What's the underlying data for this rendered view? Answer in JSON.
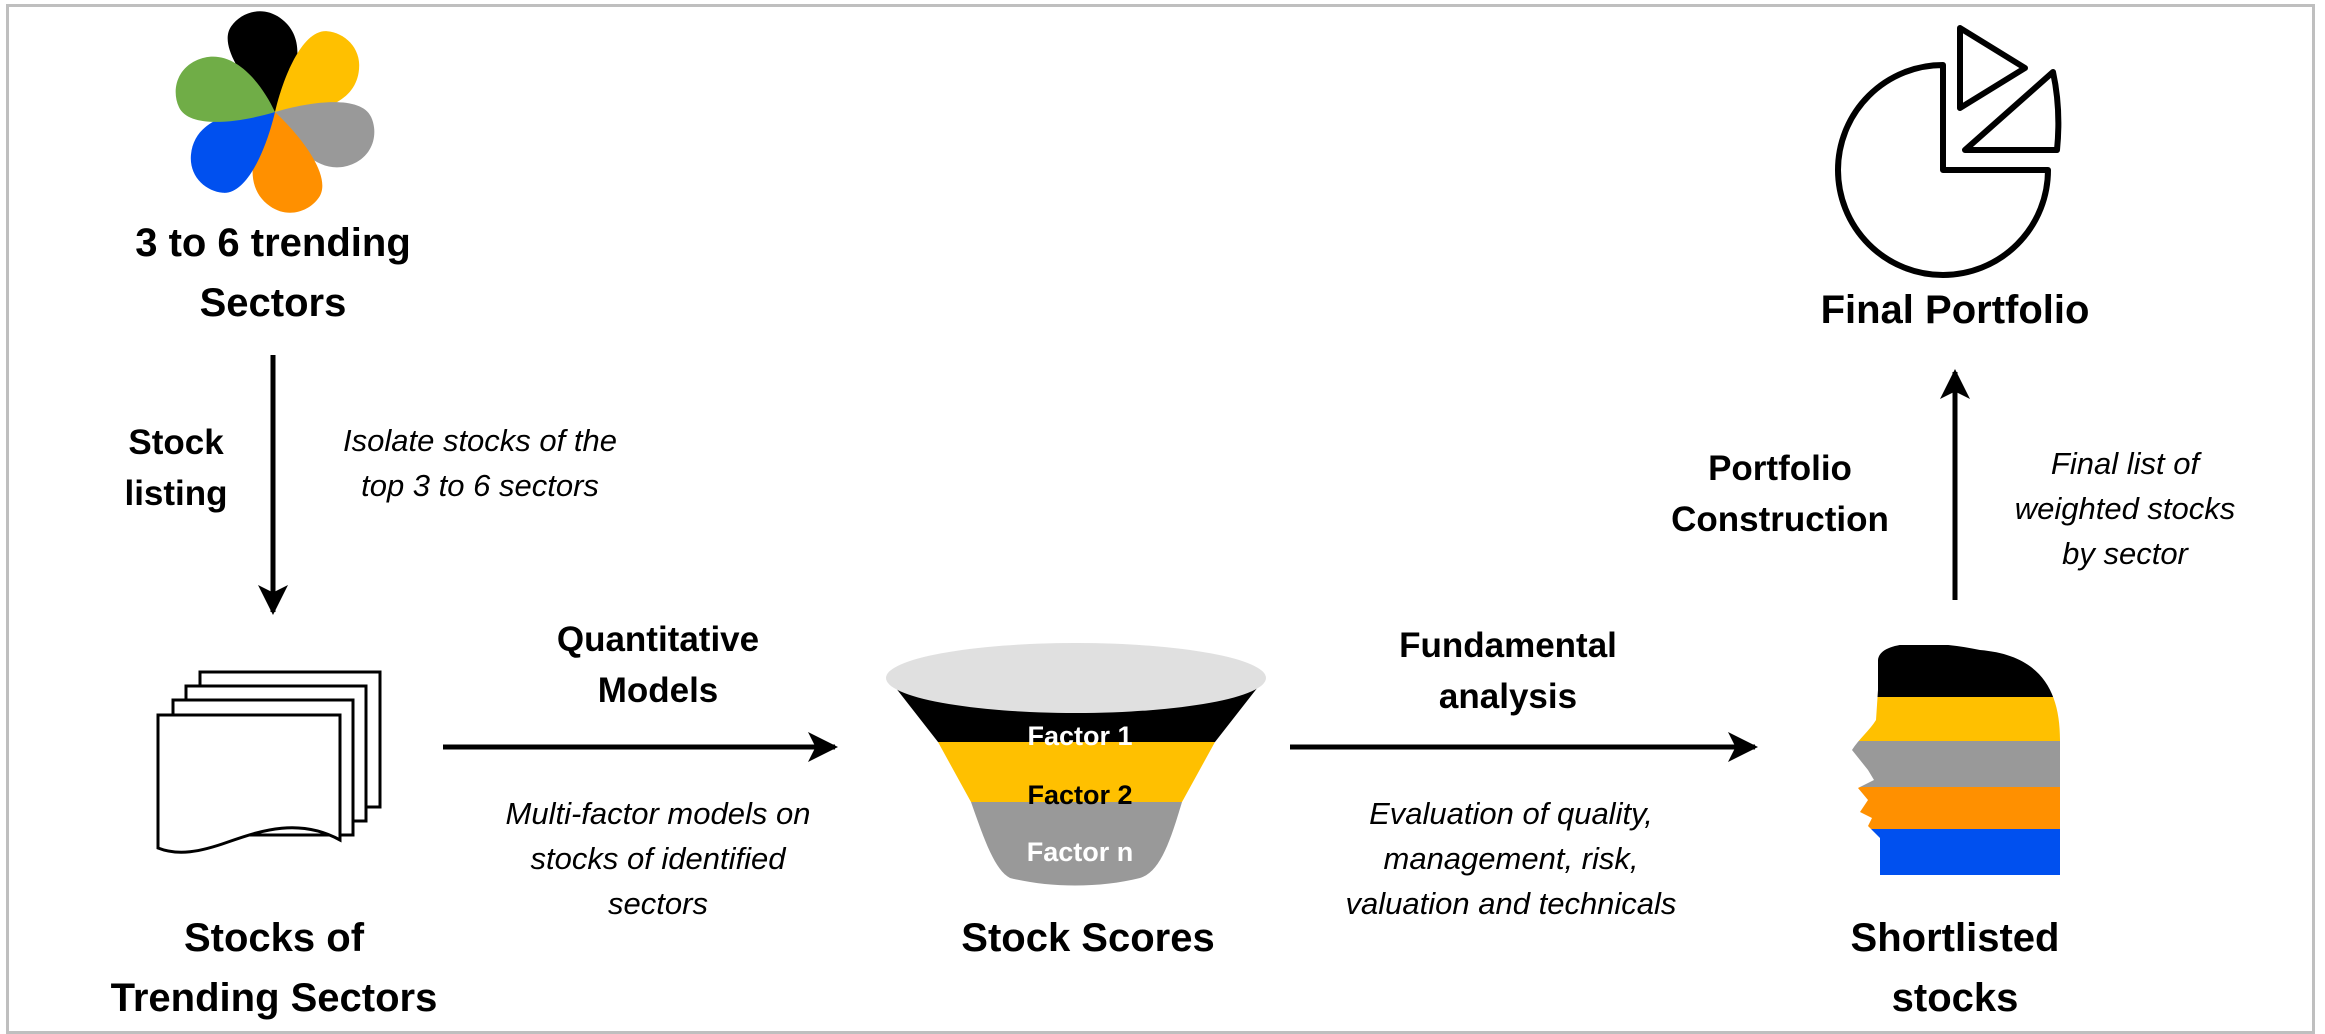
{
  "nodes": {
    "sectors": {
      "title_line1": "3 to 6 trending",
      "title_line2": "Sectors"
    },
    "stocks": {
      "title_line1": "Stocks of",
      "title_line2": "Trending Sectors"
    },
    "scores": {
      "title": "Stock Scores"
    },
    "shortlisted": {
      "title_line1": "Shortlisted",
      "title_line2": "stocks"
    },
    "portfolio": {
      "title": "Final Portfolio"
    }
  },
  "steps": {
    "stock_listing": {
      "label_line1": "Stock",
      "label_line2": "listing",
      "desc_line1": "Isolate stocks of the",
      "desc_line2": "top 3 to 6 sectors"
    },
    "quant_models": {
      "label_line1": "Quantitative",
      "label_line2": "Models",
      "desc_line1": "Multi-factor models on",
      "desc_line2": "stocks of identified",
      "desc_line3": "sectors"
    },
    "fundamental": {
      "label_line1": "Fundamental",
      "label_line2": "analysis",
      "desc_line1": "Evaluation of quality,",
      "desc_line2": "management, risk,",
      "desc_line3": "valuation and technicals"
    },
    "construction": {
      "label_line1": "Portfolio",
      "label_line2": "Construction",
      "desc_line1": "Final list of",
      "desc_line2": "weighted stocks",
      "desc_line3": "by sector"
    }
  },
  "funnel": {
    "factor1": "Factor 1",
    "factor2": "Factor 2",
    "factorn": "Factor n"
  },
  "colors": {
    "black": "#000000",
    "yellow": "#ffc000",
    "gray": "#999999",
    "green": "#70ad47",
    "blue": "#0050ef",
    "orange": "#ff9000",
    "funnel_top": "#e0e0e0",
    "frame": "#bfbfbf"
  },
  "icons": {
    "sectors": "flower-icon",
    "stocks": "document-stack-icon",
    "scores": "funnel-icon",
    "shortlisted": "head-profile-icon",
    "portfolio": "pie-chart-icon"
  }
}
